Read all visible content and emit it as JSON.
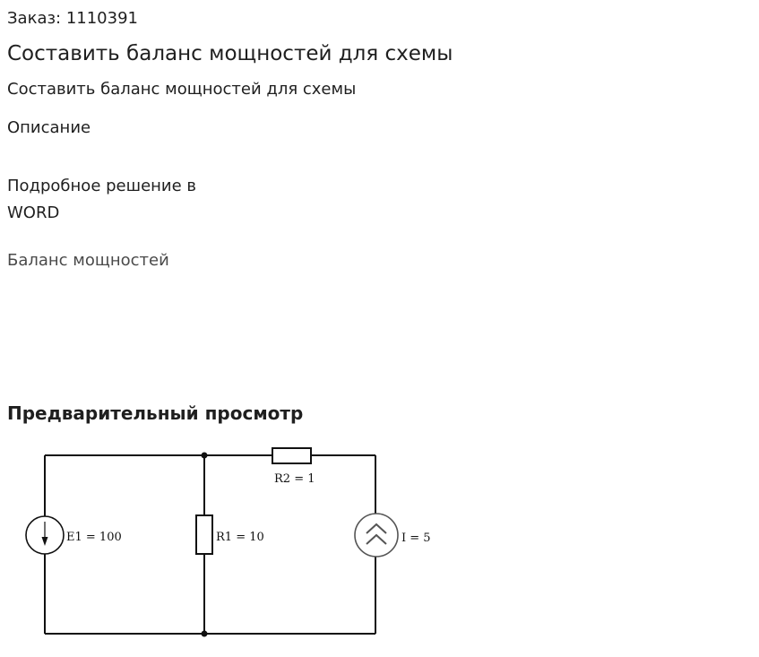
{
  "order": {
    "text": "Заказ: 1110391"
  },
  "title": "Составить баланс мощностей для схемы",
  "subtitle": "Составить баланс мощностей для схемы",
  "description": {
    "label": "Описание",
    "text": "Подробное решение в WORD"
  },
  "tag": {
    "label": "Баланс мощностей"
  },
  "preview": {
    "title": "Предварительный просмотр",
    "circuit": {
      "e1_label": "E1 = 100",
      "r1_label": "R1 = 10",
      "r2_label": "R2 = 1",
      "i_label": "I = 5"
    }
  }
}
